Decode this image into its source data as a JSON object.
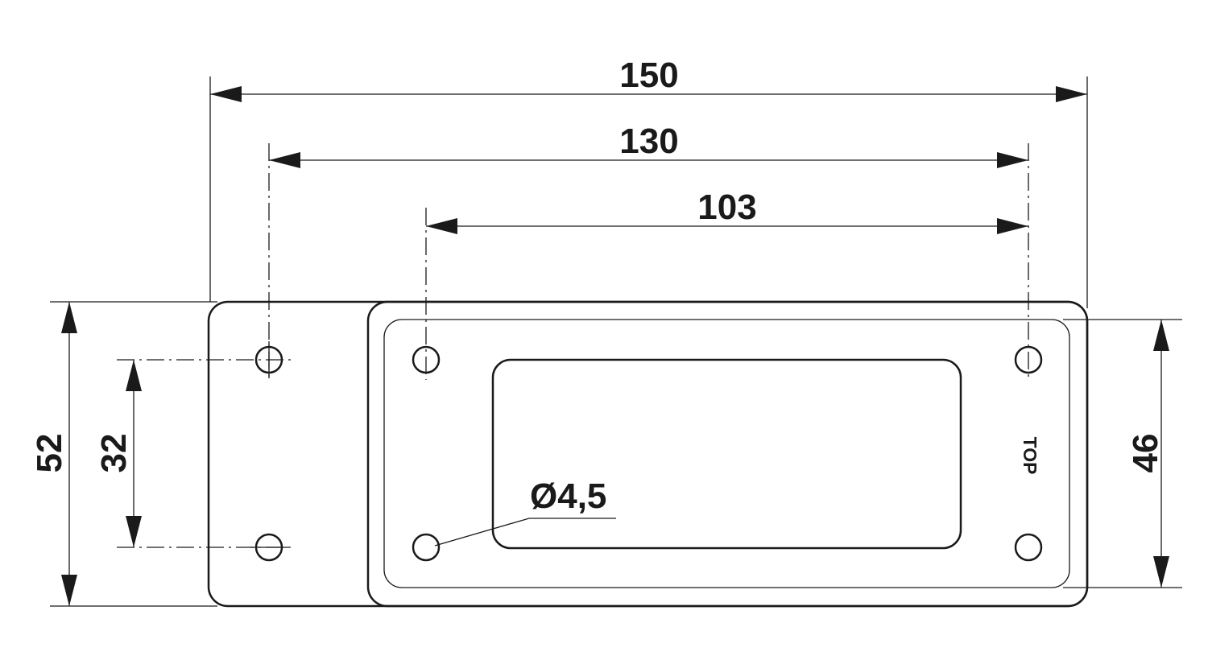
{
  "dimensions": {
    "overall_width": "150",
    "hole_spacing_wide": "130",
    "hole_spacing_narrow": "103",
    "overall_height": "52",
    "hole_spacing_height": "32",
    "inner_height": "46",
    "hole_diameter": "Ø4,5"
  },
  "marking": {
    "top_label": "TOP"
  },
  "colors": {
    "line": "#1a1a1a",
    "background": "#ffffff"
  }
}
